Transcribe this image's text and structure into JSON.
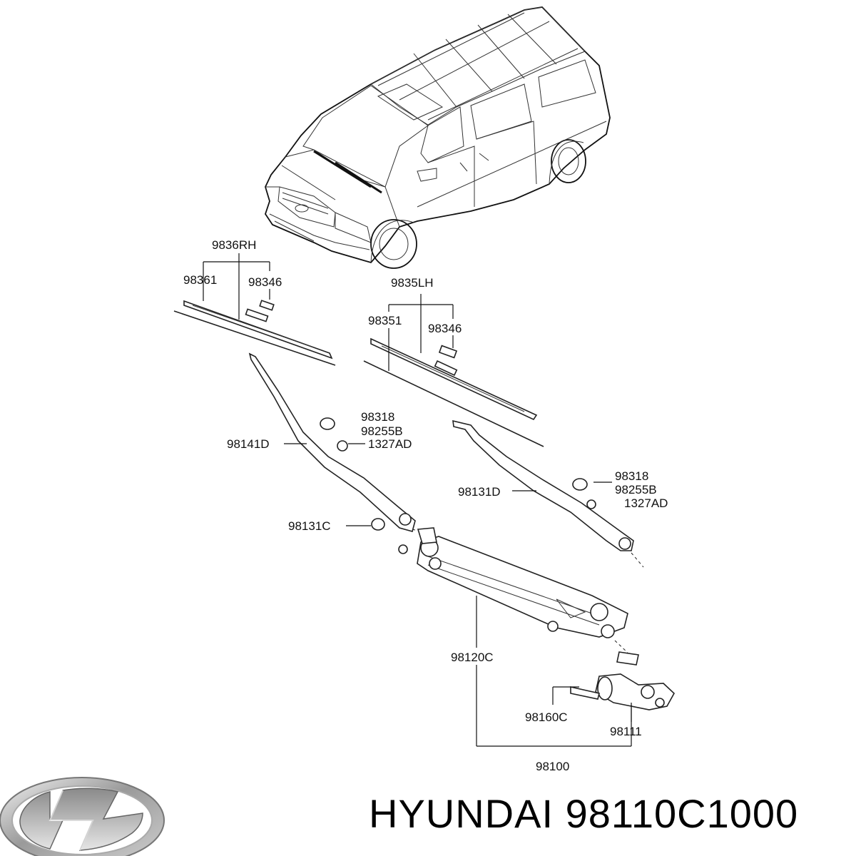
{
  "labels": {
    "p9836rh": "9836RH",
    "p98361": "98361",
    "p98346a": "98346",
    "p9835lh": "9835LH",
    "p98351": "98351",
    "p98346b": "98346",
    "p98318a": "98318",
    "p98255ba": "98255B",
    "p1327ada": "1327AD",
    "p98141d": "98141D",
    "p98131d": "98131D",
    "p98318b": "98318",
    "p98255bb": "98255B",
    "p1327adb": "1327AD",
    "p98131c": "98131C",
    "p98120c": "98120C",
    "p98160c": "98160C",
    "p98111": "98111",
    "p98100": "98100"
  },
  "caption": {
    "brand": "HYUNDAI",
    "part_number": "98110C1000"
  },
  "logo": {
    "icon": "hyundai-logo-icon"
  }
}
